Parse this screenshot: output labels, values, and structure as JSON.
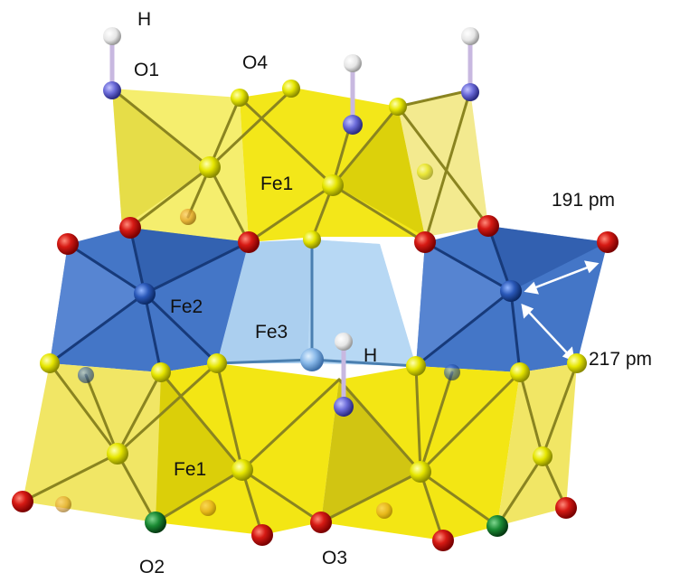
{
  "labels": {
    "h_top": "H",
    "o1": "O1",
    "o4": "O4",
    "fe1_top": "Fe1",
    "d191": "191 pm",
    "fe2": "Fe2",
    "fe3": "Fe3",
    "h_mid": "H",
    "d217": "217 pm",
    "fe1_bottom": "Fe1",
    "o2": "O2",
    "o3": "O3"
  },
  "colors": {
    "yellow_poly": "#f2e400",
    "blue_poly": "#3a6fc4",
    "light_blue_poly": "#9cc7ec",
    "oxygen_red": "#d01818",
    "oxygen_yellow": "#e8e800",
    "oxygen_green": "#127a2a",
    "hydroxyl_o": "#5b5bd0",
    "hydrogen": "#f0f0f0"
  }
}
